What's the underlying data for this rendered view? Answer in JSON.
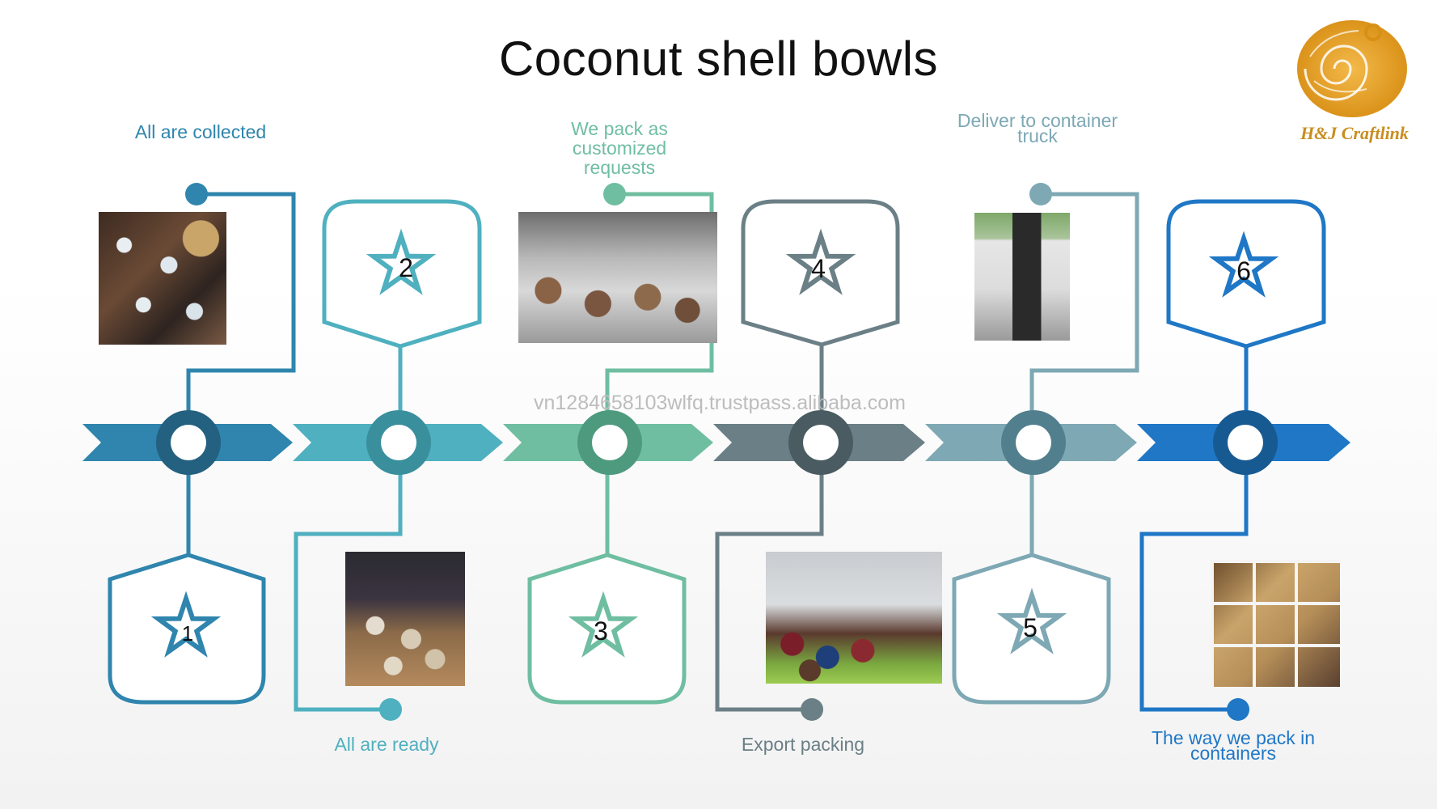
{
  "title": "Coconut shell bowls",
  "watermark": "vn1284658103wlfq.trustpass.alibaba.com",
  "logo_text": "H&J Craftlink",
  "steps": [
    {
      "number": "1",
      "label": "All are collected",
      "color": "#2f85ad"
    },
    {
      "number": "2",
      "label": "All are ready",
      "color": "#4fb0bf"
    },
    {
      "number": "3",
      "label": "We pack as customized requests",
      "color": "#6fbea2"
    },
    {
      "number": "4",
      "label": "Export packing",
      "color": "#6b7f86"
    },
    {
      "number": "5",
      "label": "Deliver to container truck",
      "color": "#7da8b4"
    },
    {
      "number": "6",
      "label": "The way we pack in containers",
      "color": "#1f77c6"
    }
  ]
}
